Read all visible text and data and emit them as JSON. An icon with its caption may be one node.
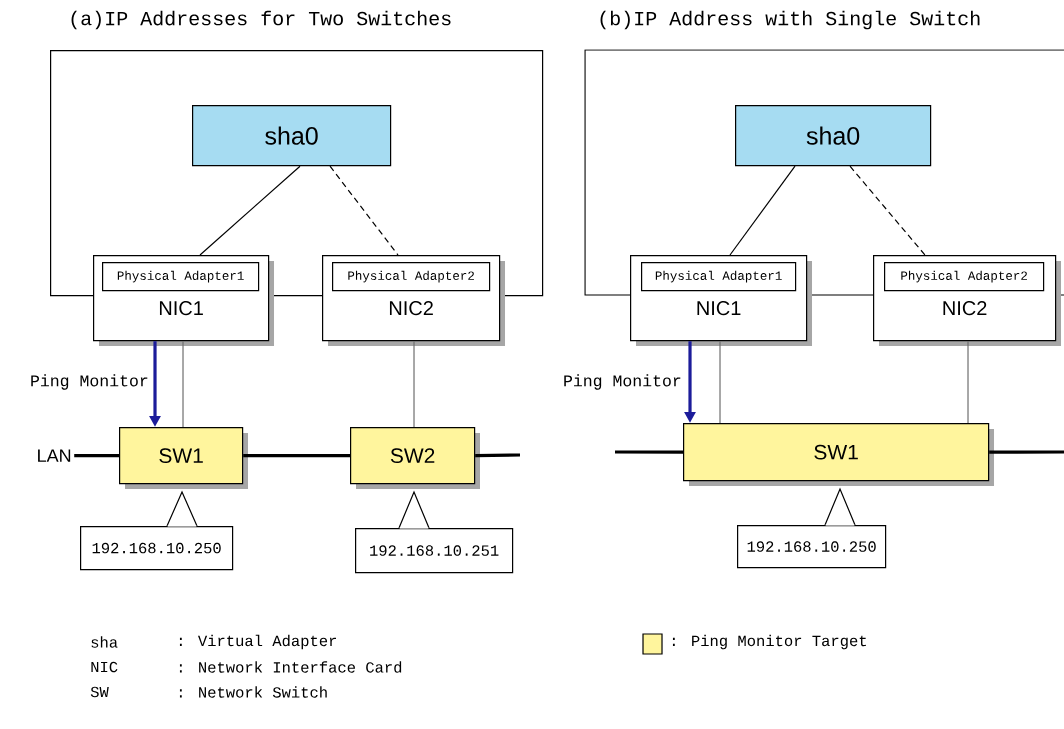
{
  "diagram": {
    "nodes": [
      {
        "text": [],
        "shape": "box"
      },
      {
        "text": [
          "sha0"
        ],
        "in": 0
      },
      {
        "text": [
          "NIC1"
        ]
      },
      {
        "text": [
          "Physical Adapter1"
        ]
      },
      {
        "text": [
          "NIC2"
        ]
      },
      {
        "text": [
          "Physical Adapter2"
        ]
      },
      {
        "text": [
          "SW1"
        ]
      },
      {
        "text": [
          "SW2"
        ]
      },
      {
        "text": [
          "192.168.10.250"
        ]
      },
      {
        "text": [
          "192.168.10.251"
        ]
      },
      {
        "text": [],
        "shape": "box"
      },
      {
        "text": [
          "sha0"
        ],
        "in": 10
      },
      {
        "text": [
          "NIC1"
        ]
      },
      {
        "text": [
          "Physical Adapter1"
        ]
      },
      {
        "text": [
          "NIC2"
        ]
      },
      {
        "text": [
          "Physical Adapter2"
        ]
      },
      {
        "text": [
          "SW1"
        ]
      },
      {
        "text": [
          "192.168.10.250"
        ]
      },
      {
        "text": [
          "LAN"
        ]
      }
    ],
    "edges": [
      {
        "from": 1,
        "to": 2,
        "arrow": "none"
      },
      {
        "from": 1,
        "to": 4,
        "arrow": "none",
        "style": "dashed"
      },
      {
        "from": 2,
        "to": 6,
        "arrow": "none",
        "color": "#6e6e6e"
      },
      {
        "from": 4,
        "to": 7,
        "arrow": "none",
        "color": "#6e6e6e"
      },
      {
        "from": 2,
        "to": 6,
        "arrow": "to",
        "style": "thick",
        "color": "#1c1c9a",
        "label": "Ping Monitor"
      },
      {
        "from": 18,
        "to": 6,
        "arrow": "none",
        "style": "thick"
      },
      {
        "from": 6,
        "to": 7,
        "arrow": "none",
        "style": "thick"
      },
      {
        "from": 7,
        "to": null,
        "arrow": "none",
        "style": "thick"
      },
      {
        "from": 11,
        "to": 12,
        "arrow": "none"
      },
      {
        "from": 11,
        "to": 14,
        "arrow": "none",
        "style": "dashed"
      },
      {
        "from": 12,
        "to": 16,
        "arrow": "none",
        "color": "#6e6e6e"
      },
      {
        "from": 14,
        "to": 16,
        "arrow": "none",
        "color": "#6e6e6e"
      },
      {
        "from": 12,
        "to": 16,
        "arrow": "to",
        "style": "thick",
        "color": "#1c1c9a",
        "label": "Ping Monitor"
      },
      {
        "from": null,
        "to": 16,
        "arrow": "none",
        "style": "thick"
      },
      {
        "from": 16,
        "to": null,
        "arrow": "none",
        "style": "thick"
      }
    ],
    "labels": [
      "(a)IP Addresses for Two Switches",
      "(b)IP Address with Single Switch",
      "sha",
      ": Virtual Adapter",
      "NIC",
      ": Network Interface Card",
      "SW",
      ": Network Switch"
    ],
    "legend": [
      {
        "text": ": Ping Monitor Target",
        "color": "#fff59d"
      }
    ]
  }
}
